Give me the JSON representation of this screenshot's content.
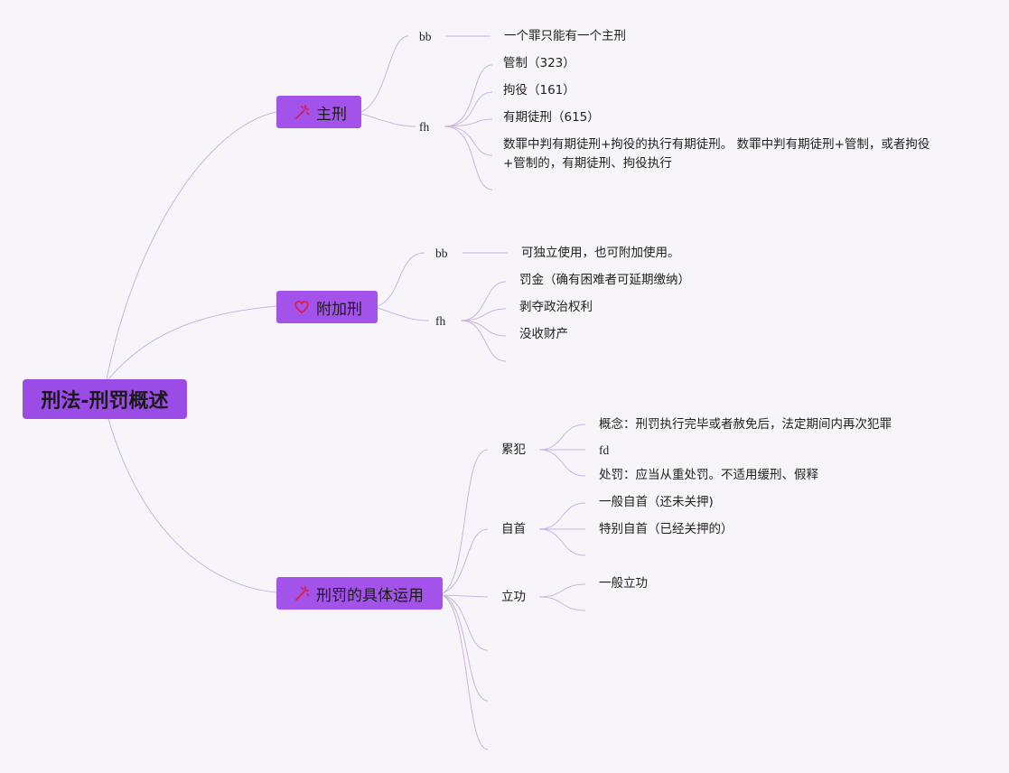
{
  "root": {
    "label": "刑法-刑罚概述"
  },
  "branches": [
    {
      "label": "主刑",
      "icon": "sparkle-wand-icon",
      "children": [
        {
          "label": "bb",
          "children": [
            {
              "label": "一个罪只能有一个主刑"
            }
          ]
        },
        {
          "label": "fh",
          "children": [
            {
              "label": "管制（323）"
            },
            {
              "label": "拘役（161）"
            },
            {
              "label": "有期徒刑（615）"
            },
            {
              "label": "数罪中判有期徒刑+拘役的执行有期徒刑。 数罪中判有期徒刑+管制，或者拘役+管制的，有期徒刑、拘役执行"
            }
          ]
        }
      ]
    },
    {
      "label": "附加刑",
      "icon": "heart-icon",
      "children": [
        {
          "label": "bb",
          "children": [
            {
              "label": "可独立使用，也可附加使用。"
            }
          ]
        },
        {
          "label": "fh",
          "children": [
            {
              "label": "罚金（确有困难者可延期缴纳）"
            },
            {
              "label": "剥夺政治权利"
            },
            {
              "label": "没收财产"
            }
          ]
        }
      ]
    },
    {
      "label": "刑罚的具体运用",
      "icon": "sparkle-wand-icon",
      "children": [
        {
          "label": "累犯",
          "children": [
            {
              "label": "概念：刑罚执行完毕或者赦免后，法定期间内再次犯罪"
            },
            {
              "label": "fd"
            },
            {
              "label": "处罚：应当从重处罚。不适用缓刑、假释"
            }
          ]
        },
        {
          "label": "自首",
          "children": [
            {
              "label": "一般自首（还未关押)"
            },
            {
              "label": "特别自首（已经关押的）"
            }
          ]
        },
        {
          "label": "立功",
          "children": [
            {
              "label": "一般立功"
            }
          ]
        }
      ]
    }
  ],
  "colors": {
    "root": "#9c4ce6",
    "branch": "#a352ea",
    "link": "#c9b6df",
    "icon": "#d6224a"
  }
}
